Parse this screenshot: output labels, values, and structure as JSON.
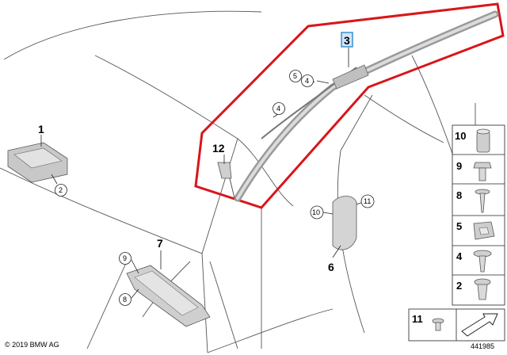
{
  "callouts": {
    "c1": "1",
    "c2": "2",
    "c3": "3",
    "c4a": "4",
    "c4b": "4",
    "c5": "5",
    "c6": "6",
    "c7": "7",
    "c8": "8",
    "c9": "9",
    "c10": "10",
    "c11": "11",
    "c12": "12"
  },
  "legend": [
    "10",
    "9",
    "8",
    "5",
    "4",
    "2"
  ],
  "legend_bottom": "11",
  "footer": {
    "copyright": "© 2019 BMW AG",
    "diagram_number": "441985"
  },
  "colors": {
    "highlight": "#d9151b",
    "label_box": "#3a8fd1",
    "line": "#222222",
    "car_outline": "#444444"
  }
}
